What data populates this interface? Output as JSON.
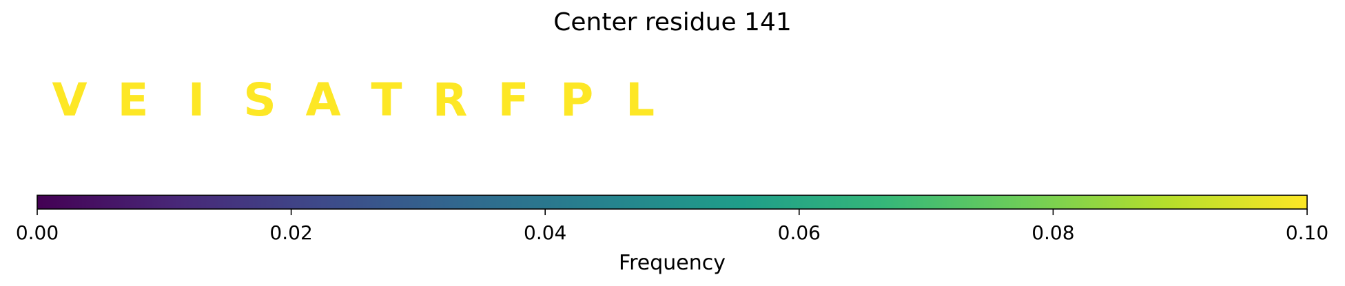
{
  "chart_data": {
    "type": "heatmap",
    "title": "Center residue 141",
    "residues": [
      "V",
      "E",
      "I",
      "S",
      "A",
      "T",
      "R",
      "F",
      "P",
      "L"
    ],
    "frequencies": [
      0.1,
      0.1,
      0.1,
      0.1,
      0.1,
      0.1,
      0.1,
      0.1,
      0.1,
      0.1
    ],
    "colorbar": {
      "label": "Frequency",
      "range": [
        0.0,
        0.1
      ],
      "ticks": [
        "0.00",
        "0.02",
        "0.04",
        "0.06",
        "0.08",
        "0.10"
      ],
      "tick_values": [
        0.0,
        0.02,
        0.04,
        0.06,
        0.08,
        0.1
      ],
      "colormap": "viridis",
      "orientation": "horizontal"
    }
  },
  "colors": {
    "viridis": [
      "#440154",
      "#482878",
      "#3e4989",
      "#31688e",
      "#26828e",
      "#1f9e89",
      "#35b779",
      "#6ece58",
      "#b5de2b",
      "#fde725"
    ]
  }
}
